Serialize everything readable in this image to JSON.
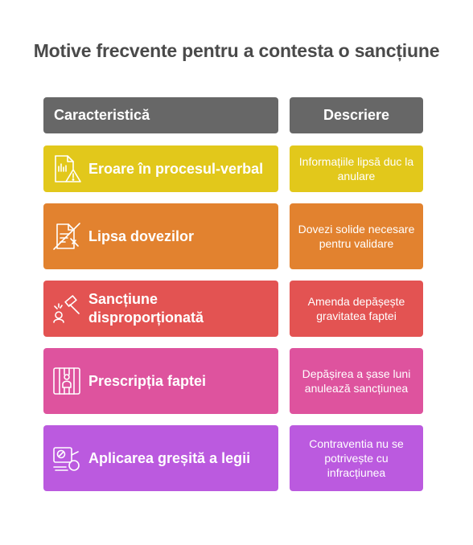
{
  "title": "Motive frecvente pentru a contesta o sancțiune",
  "header": {
    "left": "Caracteristică",
    "right": "Descriere"
  },
  "rows": [
    {
      "label": "Eroare în procesul-verbal",
      "description": "Informațiile lipsă duc la anulare",
      "color": "#e2c81b",
      "icon": "document-warning-icon"
    },
    {
      "label": "Lipsa dovezilor",
      "description": "Dovezi solide necesare pentru validare",
      "color": "#e2822f",
      "icon": "no-evidence-icon"
    },
    {
      "label": "Sancțiune disproporționată",
      "description": "Amenda depășește gravitatea faptei",
      "color": "#e35352",
      "icon": "gavel-icon"
    },
    {
      "label": "Prescripția faptei",
      "description": "Depășirea a șase luni anulează sancțiunea",
      "color": "#de539e",
      "icon": "prison-bars-icon"
    },
    {
      "label": "Aplicarea greșită a legii",
      "description": "Contraventia nu se potrivește cu infracțiunea",
      "color": "#bb5adf",
      "icon": "law-mismatch-icon"
    }
  ]
}
